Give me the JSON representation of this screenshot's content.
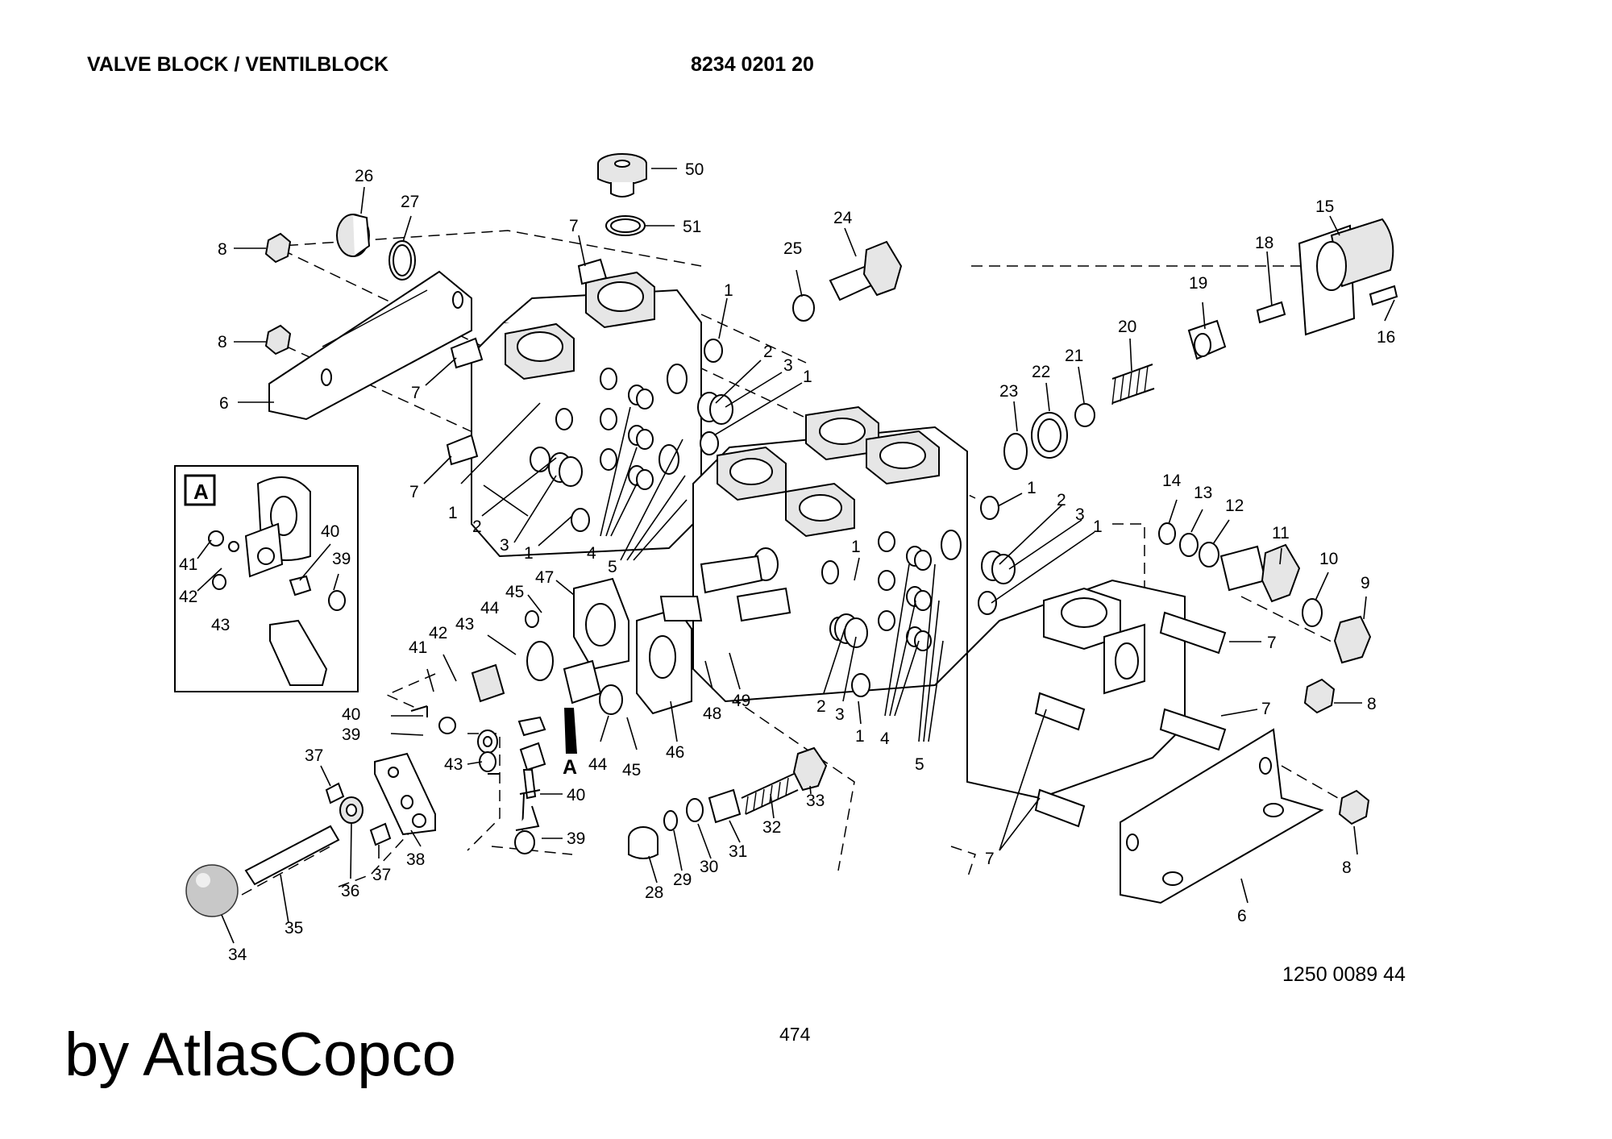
{
  "header": {
    "title": "VALVE BLOCK / VENTILBLOCK",
    "part_number": "8234 0201 20"
  },
  "footer": {
    "drawing_number": "1250 0089 44",
    "page_number": "474",
    "brand": "by AtlasCopco"
  },
  "detail": {
    "label": "A",
    "pointer_label": "A"
  },
  "callouts": [
    {
      "id": "c50",
      "t": "50"
    },
    {
      "id": "c51",
      "t": "51"
    },
    {
      "id": "c26",
      "t": "26"
    },
    {
      "id": "c27",
      "t": "27"
    },
    {
      "id": "c7a",
      "t": "7"
    },
    {
      "id": "c24",
      "t": "24"
    },
    {
      "id": "c25",
      "t": "25"
    },
    {
      "id": "c8a",
      "t": "8"
    },
    {
      "id": "c8b",
      "t": "8"
    },
    {
      "id": "c6a",
      "t": "6"
    },
    {
      "id": "c7b",
      "t": "7"
    },
    {
      "id": "c7c",
      "t": "7"
    },
    {
      "id": "c1a",
      "t": "1"
    },
    {
      "id": "c2a",
      "t": "2"
    },
    {
      "id": "c3a",
      "t": "3"
    },
    {
      "id": "c1b",
      "t": "1"
    },
    {
      "id": "c1c",
      "t": "1"
    },
    {
      "id": "c2b",
      "t": "2"
    },
    {
      "id": "c3b",
      "t": "3"
    },
    {
      "id": "c1d",
      "t": "1"
    },
    {
      "id": "c4a",
      "t": "4"
    },
    {
      "id": "c5a",
      "t": "5"
    },
    {
      "id": "c15",
      "t": "15"
    },
    {
      "id": "c18",
      "t": "18"
    },
    {
      "id": "c16",
      "t": "16"
    },
    {
      "id": "c19",
      "t": "19"
    },
    {
      "id": "c20",
      "t": "20"
    },
    {
      "id": "c21",
      "t": "21"
    },
    {
      "id": "c22",
      "t": "22"
    },
    {
      "id": "c23",
      "t": "23"
    },
    {
      "id": "c1e",
      "t": "1"
    },
    {
      "id": "c2c",
      "t": "2"
    },
    {
      "id": "c3c",
      "t": "3"
    },
    {
      "id": "c1f",
      "t": "1"
    },
    {
      "id": "c1g",
      "t": "1"
    },
    {
      "id": "c14",
      "t": "14"
    },
    {
      "id": "c13",
      "t": "13"
    },
    {
      "id": "c12",
      "t": "12"
    },
    {
      "id": "c11",
      "t": "11"
    },
    {
      "id": "c10",
      "t": "10"
    },
    {
      "id": "c9",
      "t": "9"
    },
    {
      "id": "c7d",
      "t": "7"
    },
    {
      "id": "c7e",
      "t": "7"
    },
    {
      "id": "c8c",
      "t": "8"
    },
    {
      "id": "c8d",
      "t": "8"
    },
    {
      "id": "c6b",
      "t": "6"
    },
    {
      "id": "c7f",
      "t": "7"
    },
    {
      "id": "c4b",
      "t": "4"
    },
    {
      "id": "c5b",
      "t": "5"
    },
    {
      "id": "c2d",
      "t": "2"
    },
    {
      "id": "c3d",
      "t": "3"
    },
    {
      "id": "c1h",
      "t": "1"
    },
    {
      "id": "c40a",
      "t": "40"
    },
    {
      "id": "c39a",
      "t": "39"
    },
    {
      "id": "c41a",
      "t": "41"
    },
    {
      "id": "c42a",
      "t": "42"
    },
    {
      "id": "c43a",
      "t": "43"
    },
    {
      "id": "c47",
      "t": "47"
    },
    {
      "id": "c45a",
      "t": "45"
    },
    {
      "id": "c44a",
      "t": "44"
    },
    {
      "id": "c43b",
      "t": "43"
    },
    {
      "id": "c42b",
      "t": "42"
    },
    {
      "id": "c41b",
      "t": "41"
    },
    {
      "id": "c40b",
      "t": "40"
    },
    {
      "id": "c39b",
      "t": "39"
    },
    {
      "id": "c37a",
      "t": "37"
    },
    {
      "id": "c43c",
      "t": "43"
    },
    {
      "id": "c44b",
      "t": "44"
    },
    {
      "id": "c45b",
      "t": "45"
    },
    {
      "id": "c46",
      "t": "46"
    },
    {
      "id": "c48",
      "t": "48"
    },
    {
      "id": "c49",
      "t": "49"
    },
    {
      "id": "c40c",
      "t": "40"
    },
    {
      "id": "c39c",
      "t": "39"
    },
    {
      "id": "c38",
      "t": "38"
    },
    {
      "id": "c37b",
      "t": "37"
    },
    {
      "id": "c36",
      "t": "36"
    },
    {
      "id": "c35",
      "t": "35"
    },
    {
      "id": "c34",
      "t": "34"
    },
    {
      "id": "c28",
      "t": "28"
    },
    {
      "id": "c29",
      "t": "29"
    },
    {
      "id": "c30",
      "t": "30"
    },
    {
      "id": "c31",
      "t": "31"
    },
    {
      "id": "c32",
      "t": "32"
    },
    {
      "id": "c33",
      "t": "33"
    }
  ]
}
